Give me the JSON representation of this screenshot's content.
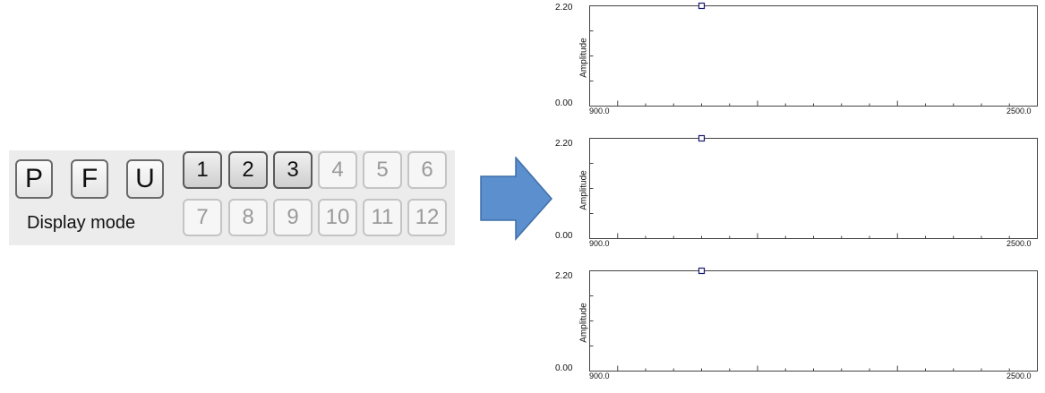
{
  "display_mode": {
    "label": "Display mode",
    "mode_buttons": [
      {
        "label": "P"
      },
      {
        "label": "F"
      },
      {
        "label": "U"
      }
    ],
    "channel_buttons": [
      {
        "label": "1",
        "active": true
      },
      {
        "label": "2",
        "active": true
      },
      {
        "label": "3",
        "active": true
      },
      {
        "label": "4",
        "active": false
      },
      {
        "label": "5",
        "active": false
      },
      {
        "label": "6",
        "active": false
      },
      {
        "label": "7",
        "active": false
      },
      {
        "label": "8",
        "active": false
      },
      {
        "label": "9",
        "active": false
      },
      {
        "label": "10",
        "active": false
      },
      {
        "label": "11",
        "active": false
      },
      {
        "label": "12",
        "active": false
      }
    ]
  },
  "arrow": {
    "icon": "right-arrow-icon",
    "color": "#5b8fce"
  },
  "plots": [
    {
      "y_max_label": "2.20",
      "y_min_label": "0.00",
      "ylabel": "Amplitude",
      "x_min_label": "900.0",
      "x_max_label": "2500.0"
    },
    {
      "y_max_label": "2.20",
      "y_min_label": "0.00",
      "ylabel": "Amplitude",
      "x_min_label": "900.0",
      "x_max_label": "2500.0"
    },
    {
      "y_max_label": "2.20",
      "y_min_label": "0.00",
      "ylabel": "Amplitude",
      "x_min_label": "900.0",
      "x_max_label": "2500.0"
    }
  ],
  "chart_data": [
    {
      "type": "scatter",
      "ylabel": "Amplitude",
      "xlim": [
        900.0,
        2500.0
      ],
      "ylim": [
        0.0,
        2.2
      ],
      "series": [
        {
          "x": [
            1300
          ],
          "y": [
            2.2
          ]
        }
      ],
      "marker_color": "#1a1a6e"
    },
    {
      "type": "scatter",
      "ylabel": "Amplitude",
      "xlim": [
        900.0,
        2500.0
      ],
      "ylim": [
        0.0,
        2.2
      ],
      "series": [
        {
          "x": [
            1300
          ],
          "y": [
            2.2
          ]
        }
      ],
      "marker_color": "#1a1a6e"
    },
    {
      "type": "scatter",
      "ylabel": "Amplitude",
      "xlim": [
        900.0,
        2500.0
      ],
      "ylim": [
        0.0,
        2.2
      ],
      "series": [
        {
          "x": [
            1300
          ],
          "y": [
            2.2
          ]
        }
      ],
      "marker_color": "#1a1a6e"
    }
  ]
}
